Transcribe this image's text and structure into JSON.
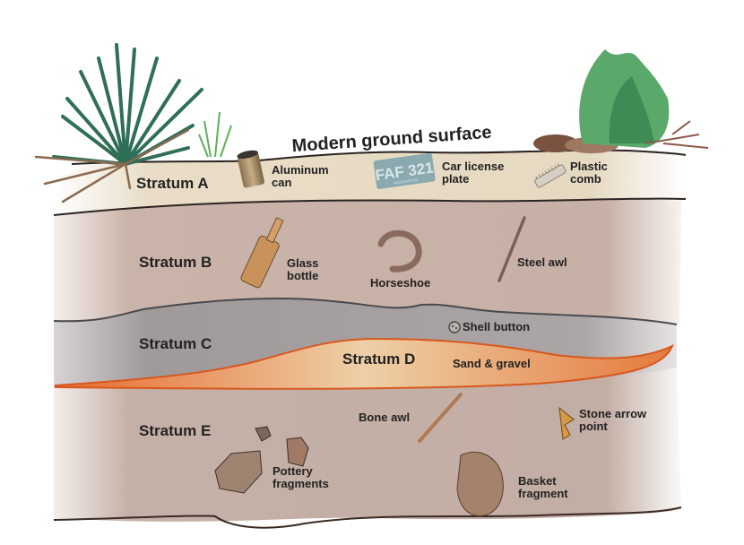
{
  "title": "Modern ground surface",
  "strata": [
    {
      "label": "Stratum A",
      "artifacts": [
        {
          "name": "aluminum-can",
          "label_lines": [
            "Aluminum",
            "can"
          ]
        },
        {
          "name": "car-license-plate",
          "label_lines": [
            "Car license",
            "plate"
          ],
          "plate_text": "FAF 321",
          "plate_subtext": "WASHINGTON"
        },
        {
          "name": "plastic-comb",
          "label_lines": [
            "Plastic",
            "comb"
          ]
        }
      ]
    },
    {
      "label": "Stratum B",
      "artifacts": [
        {
          "name": "glass-bottle",
          "label_lines": [
            "Glass",
            "bottle"
          ]
        },
        {
          "name": "horseshoe",
          "label_lines": [
            "Horseshoe"
          ]
        },
        {
          "name": "steel-awl",
          "label_lines": [
            "Steel awl"
          ]
        }
      ]
    },
    {
      "label": "Stratum C",
      "artifacts": [
        {
          "name": "shell-button",
          "label_lines": [
            "Shell button"
          ]
        }
      ]
    },
    {
      "label": "Stratum D",
      "description": "Sand & gravel"
    },
    {
      "label": "Stratum E",
      "artifacts": [
        {
          "name": "bone-awl",
          "label_lines": [
            "Bone awl"
          ]
        },
        {
          "name": "stone-arrow-point",
          "label_lines": [
            "Stone arrow",
            "point"
          ]
        },
        {
          "name": "pottery-fragments",
          "label_lines": [
            "Pottery",
            "fragments"
          ]
        },
        {
          "name": "basket-fragment",
          "label_lines": [
            "Basket",
            "fragment"
          ]
        }
      ]
    }
  ],
  "colors": {
    "stratum_a": "#e8dcc6",
    "stratum_b": "#c9b1a6",
    "stratum_c": "#a9a3a3",
    "stratum_d": "#e9a26a",
    "stratum_d_edge": "#e0662a",
    "stratum_e": "#c4afa6",
    "boundary": "#2a2320"
  }
}
